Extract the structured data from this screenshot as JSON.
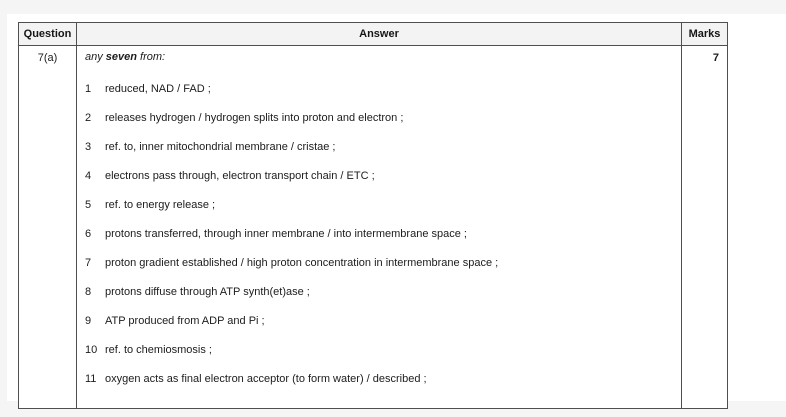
{
  "table": {
    "headers": {
      "question": "Question",
      "answer": "Answer",
      "marks": "Marks"
    },
    "row": {
      "question": "7(a)",
      "marks": "7",
      "intro": {
        "pre": "any ",
        "bold": "seven",
        "post": " from:"
      },
      "points": [
        {
          "num": "1",
          "text": "reduced, NAD / FAD ;"
        },
        {
          "num": "2",
          "text": "releases hydrogen / hydrogen splits into proton and electron ;"
        },
        {
          "num": "3",
          "text": "ref. to, inner mitochondrial membrane / cristae ;"
        },
        {
          "num": "4",
          "text": "electrons pass through, electron transport chain / ETC ;"
        },
        {
          "num": "5",
          "text": "ref. to energy release ;"
        },
        {
          "num": "6",
          "text": "protons transferred, through inner membrane / into intermembrane space ;"
        },
        {
          "num": "7",
          "text": "proton gradient established / high proton concentration in intermembrane space ;"
        },
        {
          "num": "8",
          "text": "protons diffuse through ATP synth(et)ase ;"
        },
        {
          "num": "9",
          "text": "ATP produced from ADP and Pi ;"
        },
        {
          "num": "10",
          "text": "ref. to chemiosmosis ;"
        },
        {
          "num": "11",
          "text": "oxygen acts as final electron acceptor (to form water) / described ;"
        }
      ]
    }
  }
}
